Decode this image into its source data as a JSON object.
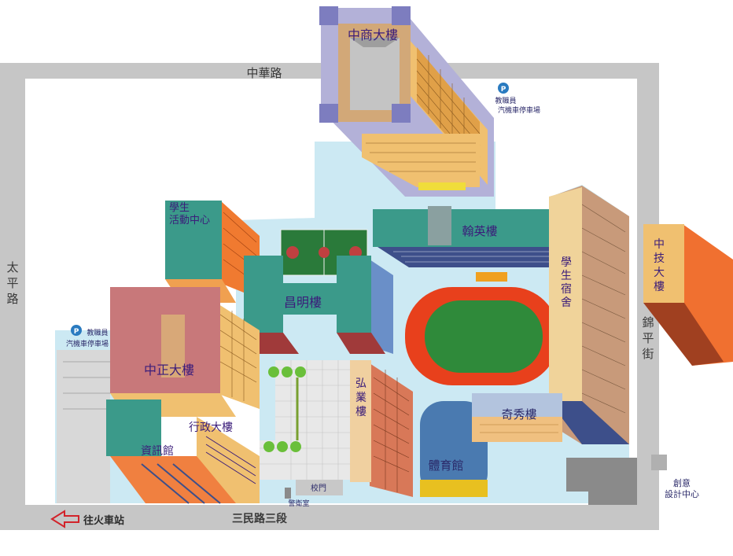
{
  "roads": {
    "north": "中華路",
    "west": "太平路",
    "east": "錦平街",
    "south": "三民路三段"
  },
  "buildings": {
    "zhongshang": "中商大樓",
    "hanying": "翰英樓",
    "student_activity": "學生活動中心",
    "changming": "昌明樓",
    "dormitory": "學生宿舍",
    "zhongji": "中技大樓",
    "zhongzheng": "中正大樓",
    "administration": "行政大樓",
    "information": "資訊館",
    "hongye": "弘業樓",
    "gymnasium": "體育館",
    "qixiu": "奇秀樓",
    "creative_center": "創意設計中心"
  },
  "parking": {
    "label_top": "教職員",
    "label_bottom": "汽機車停車場",
    "symbol": "P"
  },
  "gate": {
    "school_gate": "校門",
    "guard_room": "警衛室"
  },
  "train_station": "往火車站",
  "colors": {
    "road": "#c6c6c6",
    "ground": "#cce9f3",
    "parking_blue": "#2a7bc0",
    "arrow_red": "#d2232a",
    "label_purple": "#3b1d7a"
  },
  "icons": [
    "parking-icon",
    "left-arrow-icon"
  ]
}
